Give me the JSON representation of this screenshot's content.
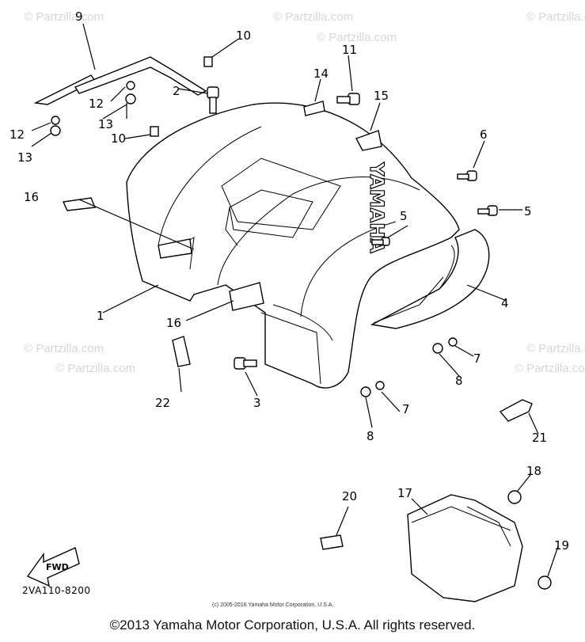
{
  "watermark": "© Partzilla.com",
  "brand_text": "YAMAHA",
  "fwd_label": "FWD",
  "drawing_code": "2VA110-8200",
  "small_credit": "(c) 2005-2016 Yamaha Motor Corporation, U.S.A.",
  "copyright": "©2013 Yamaha Motor Corporation, U.S.A. All rights reserved.",
  "callouts": {
    "c1": "1",
    "c2": "2",
    "c3": "3",
    "c4": "4",
    "c5a": "5",
    "c5b": "5",
    "c6": "6",
    "c7a": "7",
    "c7b": "7",
    "c8a": "8",
    "c8b": "8",
    "c9": "9",
    "c10a": "10",
    "c10b": "10",
    "c11": "11",
    "c12a": "12",
    "c12b": "12",
    "c13a": "13",
    "c13b": "13",
    "c14": "14",
    "c15": "15",
    "c16a": "16",
    "c16b": "16",
    "c17": "17",
    "c18": "18",
    "c19": "19",
    "c20": "20",
    "c21": "21",
    "c22": "22"
  }
}
